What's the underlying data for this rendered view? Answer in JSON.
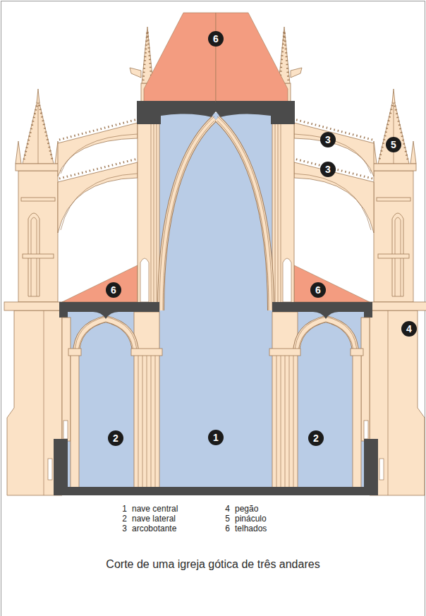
{
  "diagram": {
    "caption": "Corte de uma igreja gótica de três andares",
    "nodes": [
      {
        "text": [
          "6"
        ]
      },
      {
        "text": [
          "3"
        ]
      },
      {
        "text": [
          "5"
        ]
      },
      {
        "text": [
          "3"
        ]
      },
      {
        "text": [
          "6"
        ]
      },
      {
        "text": [
          "6"
        ]
      },
      {
        "text": [
          "4"
        ]
      },
      {
        "text": [
          "2"
        ]
      },
      {
        "text": [
          "1"
        ]
      },
      {
        "text": [
          "2"
        ]
      }
    ],
    "labels": [
      "1",
      "nave central",
      "2",
      "nave lateral",
      "3",
      "arcobotante",
      "4",
      "pegão",
      "5",
      "pináculo",
      "6",
      "telhados"
    ]
  }
}
